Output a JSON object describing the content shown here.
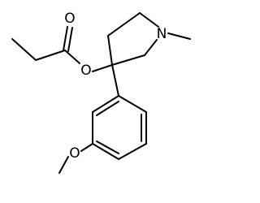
{
  "molecule": {
    "atoms": {
      "carbonyl_oxygen": "O",
      "ester_oxygen": "O",
      "ring_nitrogen": "N",
      "methoxy_oxygen": "O"
    }
  }
}
